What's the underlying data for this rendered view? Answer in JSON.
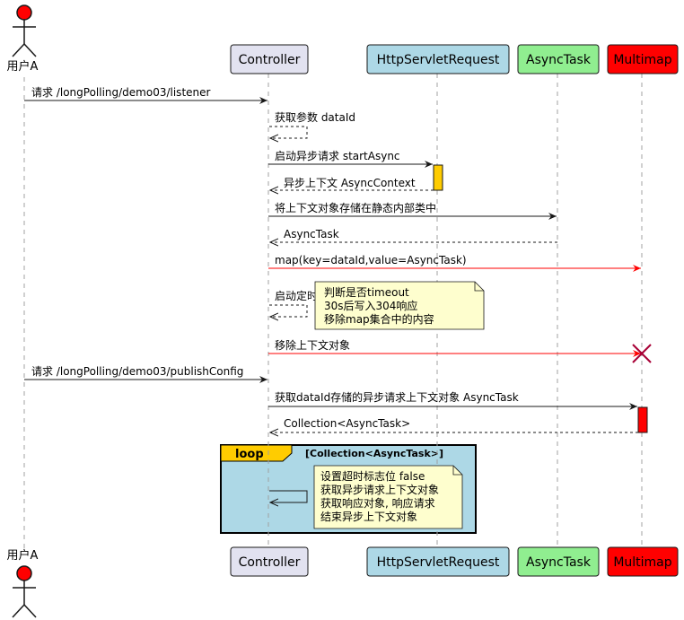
{
  "participants": {
    "actor_a": {
      "label": "用户A",
      "color": "#FF0000"
    },
    "controller": {
      "label": "Controller",
      "color": "#E2E2F0"
    },
    "request": {
      "label": "HttpServletRequest",
      "color": "#ADD8E6"
    },
    "asynctask": {
      "label": "AsyncTask",
      "color": "#90EE90"
    },
    "multimap": {
      "label": "Multimap",
      "color": "#FF0000"
    }
  },
  "messages": {
    "m1": "请求 /longPolling/demo03/listener",
    "m2": "获取参数 dataId",
    "m3": "启动异步请求 startAsync",
    "m4": "异步上下文 AsyncContext",
    "m5": "将上下文对象存储在静态内部类中",
    "m6": "AsyncTask",
    "m7": "map(key=dataId,value=AsyncTask)",
    "m8": "启动定时器",
    "m9": "移除上下文对象",
    "m10": "请求 /longPolling/demo03/publishConfig",
    "m11": "获取dataId存储的异步请求上下文对象 AsyncTask",
    "m12": "Collection<AsyncTask>"
  },
  "notes": {
    "timer_note": [
      "判断是否timeout",
      "30s后写入304响应",
      "移除map集合中的内容"
    ],
    "loop_note": [
      "设置超时标志位 false",
      "获取异步请求上下文对象",
      "获取响应对象, 响应请求",
      "结束异步上下文对象"
    ]
  },
  "loop": {
    "keyword": "loop",
    "condition": "[Collection<AsyncTask>]"
  },
  "colors": {
    "red_arrow": "#FF0000",
    "activation_request": "#FFCC00",
    "activation_multimap": "#FF0000",
    "note_fill": "#FEFECE",
    "loop_fill": "#ADD8E6",
    "loop_label_fill": "#FFCC00",
    "lifeline": "#A0A0A0"
  }
}
